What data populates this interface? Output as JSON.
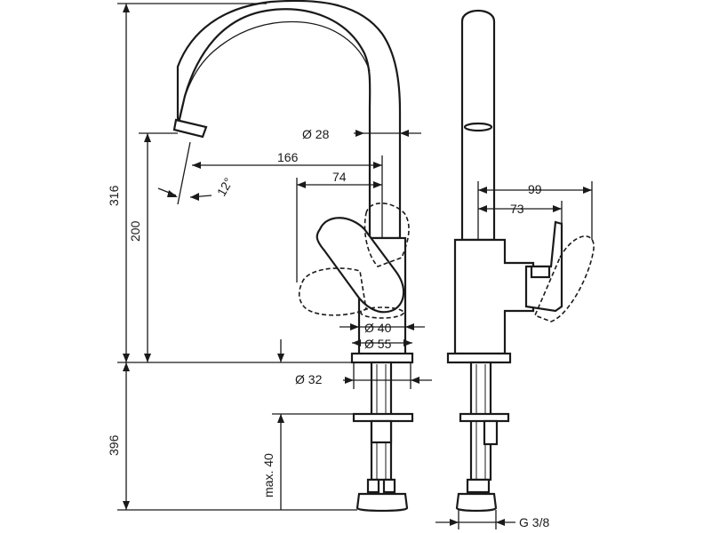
{
  "dimensions": {
    "height_total": "316",
    "height_spout": "200",
    "below_deck": "396",
    "max_thickness": "max. 40",
    "spout_reach": "166",
    "handle_reach": "74",
    "spout_angle": "12°",
    "spout_diameter": "Ø 28",
    "body_diameter": "Ø 40",
    "base_diameter": "Ø 55",
    "hole_diameter": "Ø 32",
    "side_reach_outer": "99",
    "side_reach_inner": "73",
    "connection_thread": "G 3/8"
  }
}
